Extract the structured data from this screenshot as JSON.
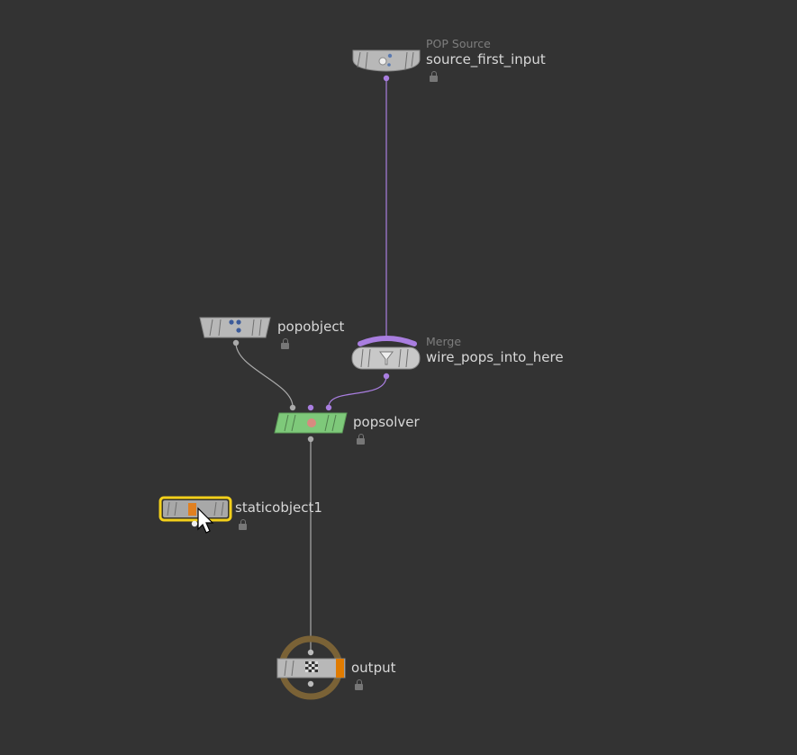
{
  "network": {
    "nodes": [
      {
        "id": "source_first_input",
        "type_label": "POP Source",
        "name": "source_first_input",
        "locked": true,
        "color": "#b8b8b8"
      },
      {
        "id": "popobject",
        "type_label": "",
        "name": "popobject",
        "locked": true,
        "color": "#b8b8b8"
      },
      {
        "id": "wire_pops_into_here",
        "type_label": "Merge",
        "name": "wire_pops_into_here",
        "locked": false,
        "color": "#c8c8c8",
        "flag_color": "#a97ee0"
      },
      {
        "id": "popsolver",
        "type_label": "",
        "name": "popsolver",
        "locked": true,
        "color": "#7ec97a"
      },
      {
        "id": "staticobject1",
        "type_label": "",
        "name": "staticobject1",
        "locked": true,
        "color": "#a8a8a8",
        "selected": true,
        "selection_color": "#f2cf1a"
      },
      {
        "id": "output",
        "type_label": "",
        "name": "output",
        "locked": true,
        "color": "#b8b8b8",
        "display_flag": true,
        "flag_color": "#e07b00",
        "ring_color": "#7a6236"
      }
    ],
    "wires": [
      {
        "from": "source_first_input",
        "to": "wire_pops_into_here",
        "color": "#a97ee0"
      },
      {
        "from": "popobject",
        "to": "popsolver",
        "input": 0,
        "color": "#aaaaaa"
      },
      {
        "from": "wire_pops_into_here",
        "to": "popsolver",
        "input": 2,
        "color": "#a97ee0"
      },
      {
        "from": "popsolver",
        "to": "output",
        "color": "#aaaaaa"
      }
    ]
  }
}
